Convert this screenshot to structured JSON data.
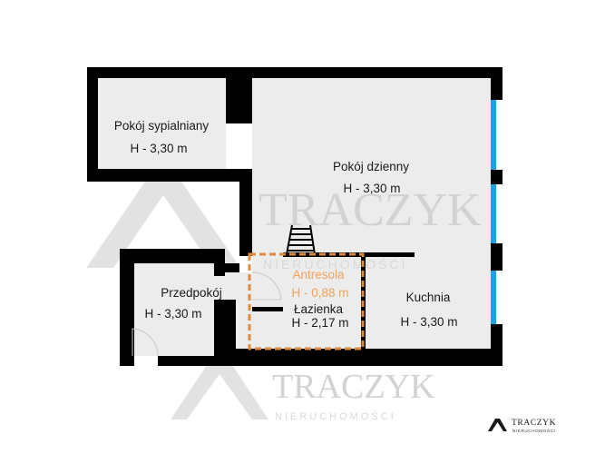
{
  "rooms": {
    "bedroom": {
      "name": "Pokój sypialniany",
      "height": "H - 3,30 m"
    },
    "living": {
      "name": "Pokój dzienny",
      "height": "H - 3,30 m"
    },
    "hall": {
      "name": "Przedpokój",
      "height": "H - 3,30 m"
    },
    "mezzanine": {
      "name": "Antresola",
      "height": "H - 0,88 m"
    },
    "bathroom": {
      "name": "Łazienka",
      "height": "H - 2,17 m"
    },
    "kitchen": {
      "name": "Kuchnia",
      "height": "H - 3,30 m"
    }
  },
  "watermark": {
    "name": "TRACZYK",
    "sub": "NIERUCHOMOŚCI"
  },
  "logo": {
    "name": "TRACZYK",
    "sub": "NIERUCHOMOŚCI"
  },
  "colors": {
    "wall": "#000000",
    "floor": "#ececec",
    "window": "#1aa3e8",
    "mezzanine_outline": "#e08a3c",
    "mezzanine_text": "#f0a35a",
    "watermark": "#d2d2d2"
  },
  "icons": {
    "stairs": "ladder-icon",
    "logo": "traczyk-logo-icon"
  }
}
